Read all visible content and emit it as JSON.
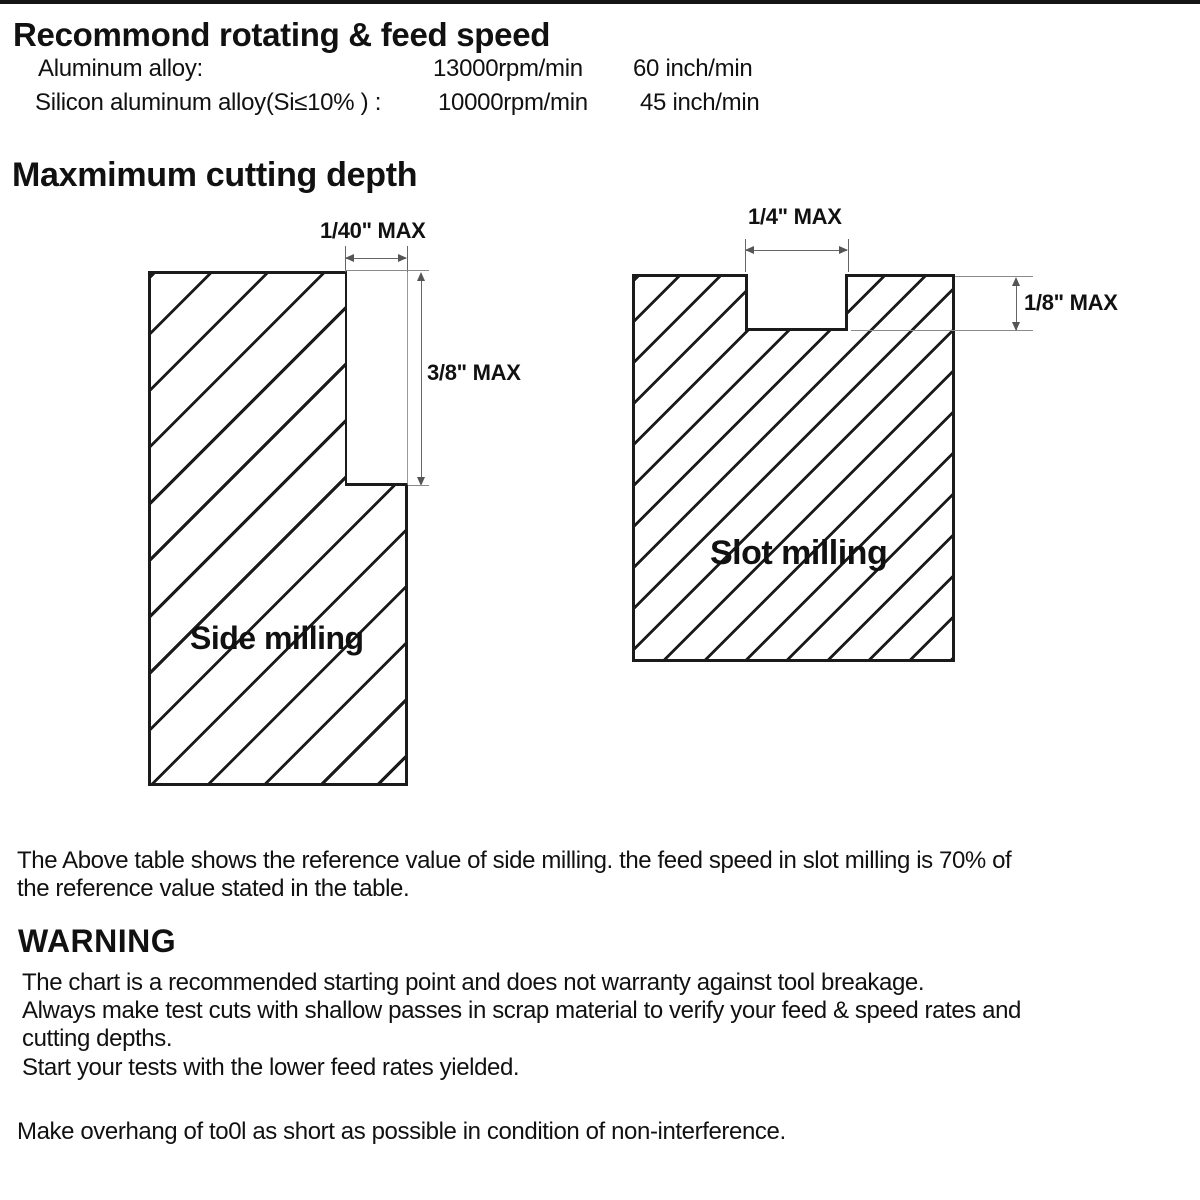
{
  "header": {
    "title": "Recommond rotating & feed speed",
    "rows": [
      {
        "material": "Aluminum alloy:",
        "rpm": "13000rpm/min",
        "feed": "60 inch/min"
      },
      {
        "material": "Silicon aluminum alloy(Si≤10% ) :",
        "rpm": "10000rpm/min",
        "feed": "45 inch/min"
      }
    ]
  },
  "cutting_depth": {
    "title": "Maxmimum cutting depth",
    "side_milling": {
      "label": "Side milling",
      "width_max": "1/40\" MAX",
      "depth_max": "3/8\" MAX"
    },
    "slot_milling": {
      "label": "Slot milling",
      "width_max": "1/4\" MAX",
      "depth_max": "1/8\" MAX"
    }
  },
  "note": {
    "line1": "The Above table shows the reference value of side milling. the feed speed in slot milling is 70% of",
    "line2": "the reference value stated in the table."
  },
  "warning": {
    "heading": "WARNING",
    "line1": "The chart is a recommended starting point and does not warranty against tool breakage.",
    "line2": "Always make test cuts with shallow passes in scrap material to verify your feed & speed rates and",
    "line3": "cutting depths.",
    "line4": "Start your tests with the lower feed rates yielded."
  },
  "footer": {
    "line1": "Make overhang of to0l as short as possible in condition of non-interference."
  }
}
